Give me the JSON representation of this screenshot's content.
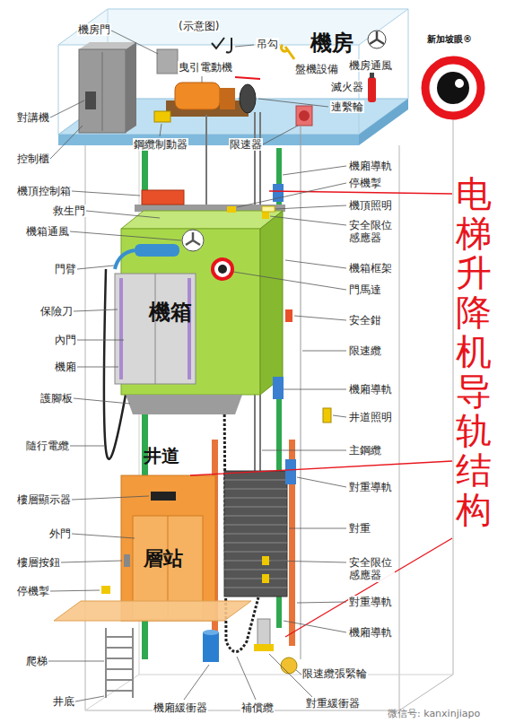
{
  "diagram": {
    "title": "电梯升降机导轨结构",
    "labels": [
      "機房門",
      "(示意图)",
      "吊勾",
      "機房",
      "新加坡眼®",
      "曳引電動機",
      "盤機設備",
      "機房通風",
      "滅火器",
      "連繫輪",
      "對講機",
      "鋼纜制動器",
      "限速器",
      "控制櫃",
      "機廂導軌",
      "停機掣",
      "機頂控制箱",
      "機頂照明",
      "救生門",
      "安全限位感應器",
      "機箱通風",
      "機箱框架",
      "門臂",
      "門馬達",
      "保險刀",
      "機箱",
      "安全鉗",
      "內門",
      "限速纜",
      "機廂",
      "機廂導軌",
      "護腳板",
      "井道照明",
      "隨行電纜",
      "主鋼纜",
      "井道",
      "對重導軌",
      "樓層顯示器",
      "對重",
      "外門",
      "層站",
      "樓層按鈕",
      "安全限位感應器",
      "停機掣",
      "對重導軌",
      "機廂導軌",
      "爬梯",
      "限速纜張緊輪",
      "井底",
      "機廂緩衝器",
      "補償纜",
      "對重緩衝器",
      "微信号: kanxinjiapo"
    ]
  }
}
